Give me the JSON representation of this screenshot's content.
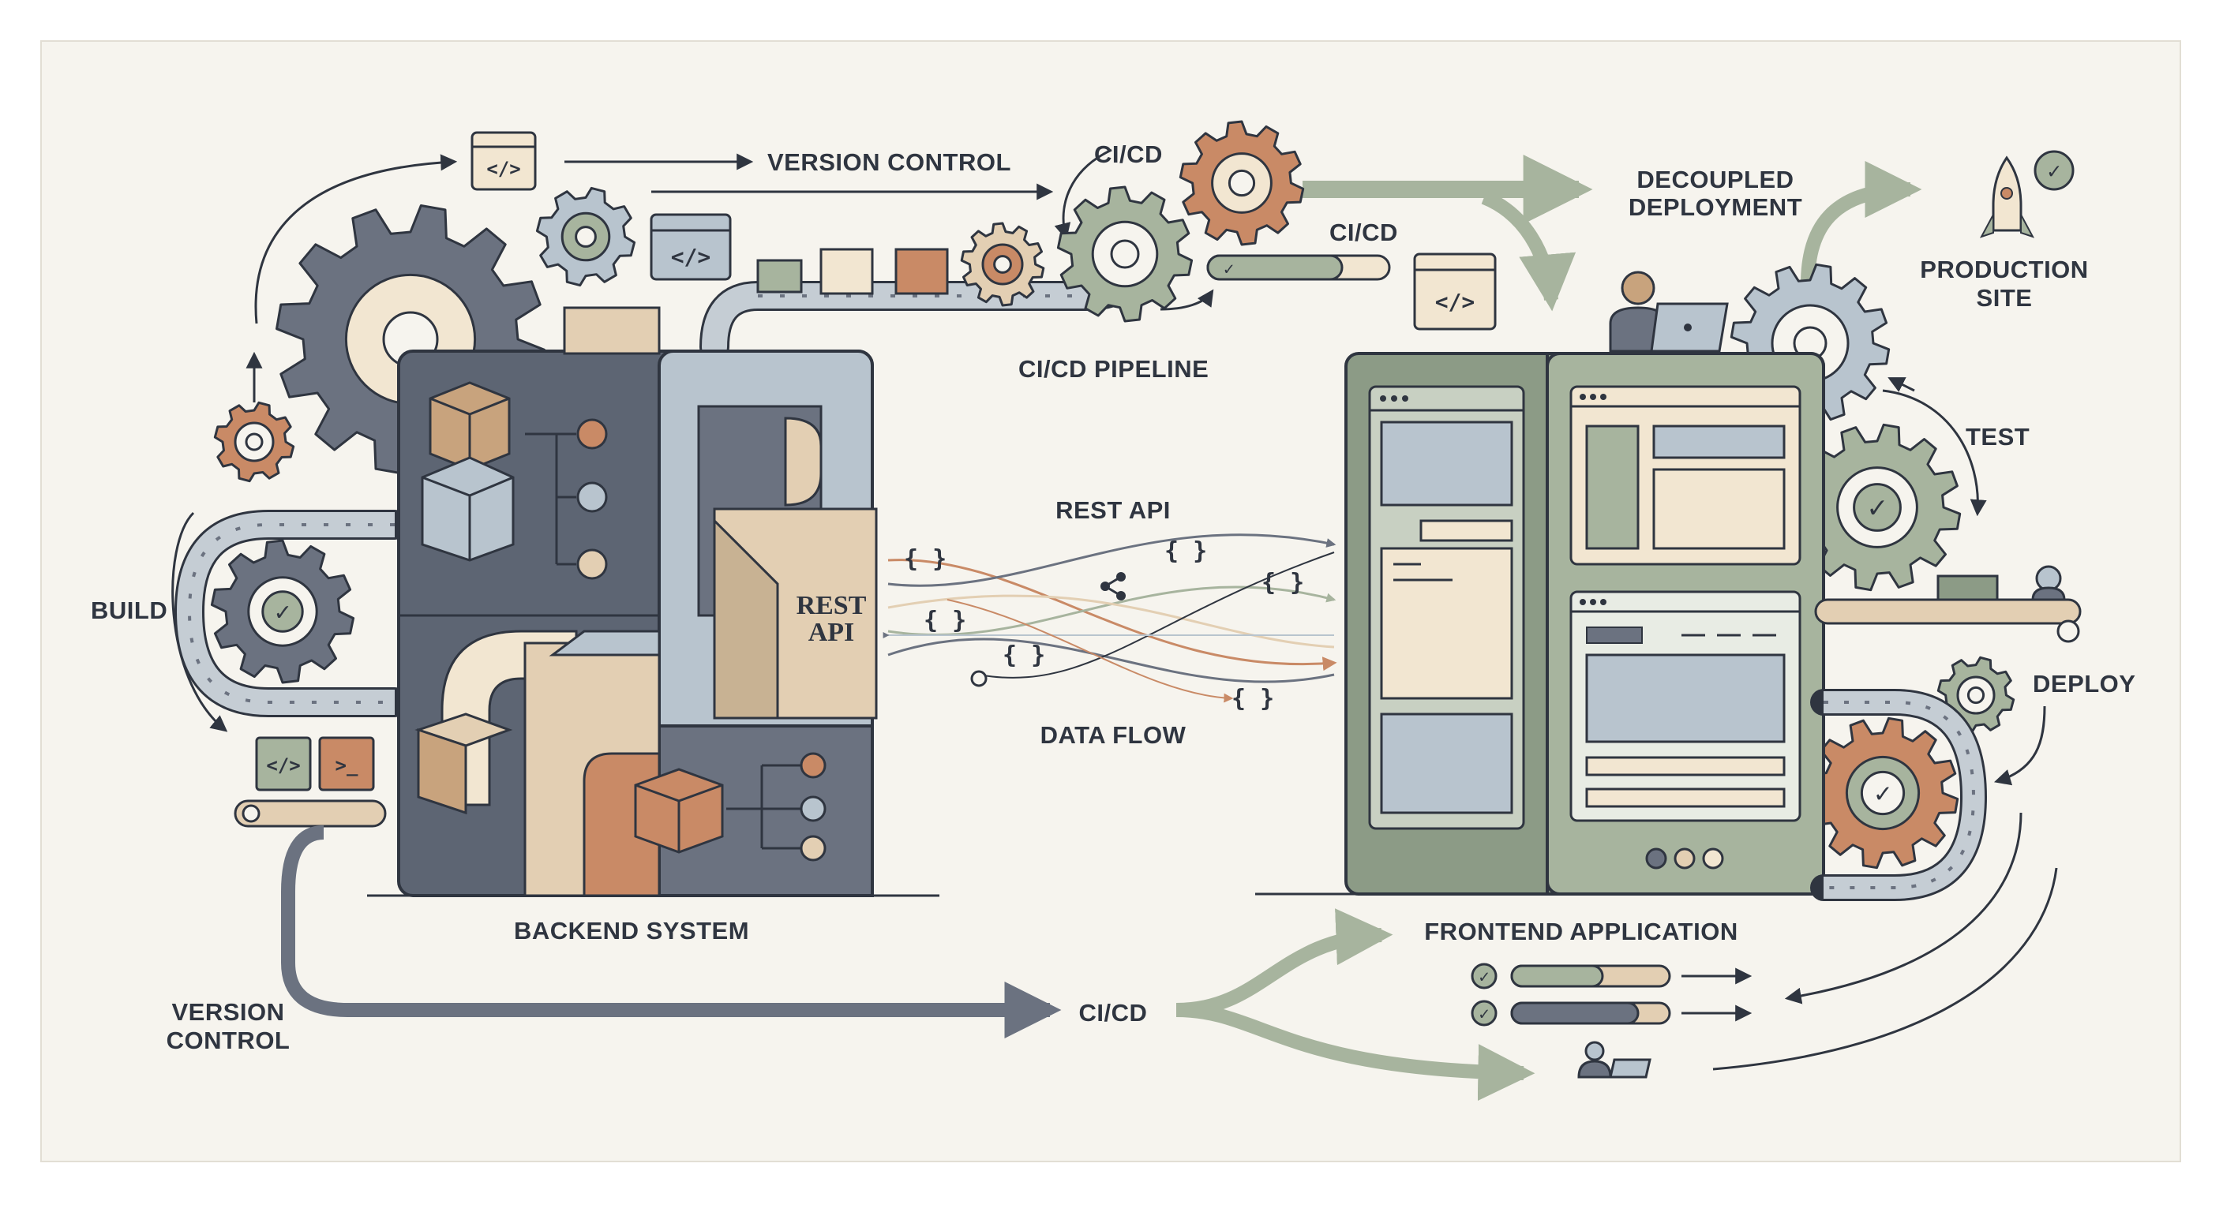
{
  "colors": {
    "background": "#f6f4ee",
    "slate": "#6b7280",
    "slate_dark": "#5d6573",
    "sage": "#a7b49e",
    "sage_dark": "#8c9b86",
    "copper": "#c98a66",
    "tan": "#e3cfb3",
    "cream": "#f2e6d1",
    "blue_grey": "#b8c4ce",
    "outline": "#2f3540"
  },
  "labels": {
    "version_control_top": "VERSION CONTROL",
    "cicd_top": "CI/CD",
    "cicd_mid": "CI/CD",
    "cicd_pipeline": "CI/CD PIPELINE",
    "decoupled_deployment_line1": "DECOUPLED",
    "decoupled_deployment_line2": "DEPLOYMENT",
    "production_site_line1": "PRODUCTION",
    "production_site_line2": "SITE",
    "test": "TEST",
    "build": "BUILD",
    "rest_api_center": "REST API",
    "rest_api_box_line1": "REST",
    "rest_api_box_line2": "API",
    "data_flow": "DATA FLOW",
    "deploy": "DEPLOY",
    "backend_system": "BACKEND SYSTEM",
    "frontend_application": "FRONTEND APPLICATION",
    "version_control_bottom_line1": "VERSION",
    "version_control_bottom_line2": "CONTROL",
    "cicd_bottom": "CI/CD"
  },
  "glyphs": {
    "code": "</>",
    "terminal": ">_",
    "braces": "{ }",
    "check": "✓",
    "share": "⋞"
  }
}
